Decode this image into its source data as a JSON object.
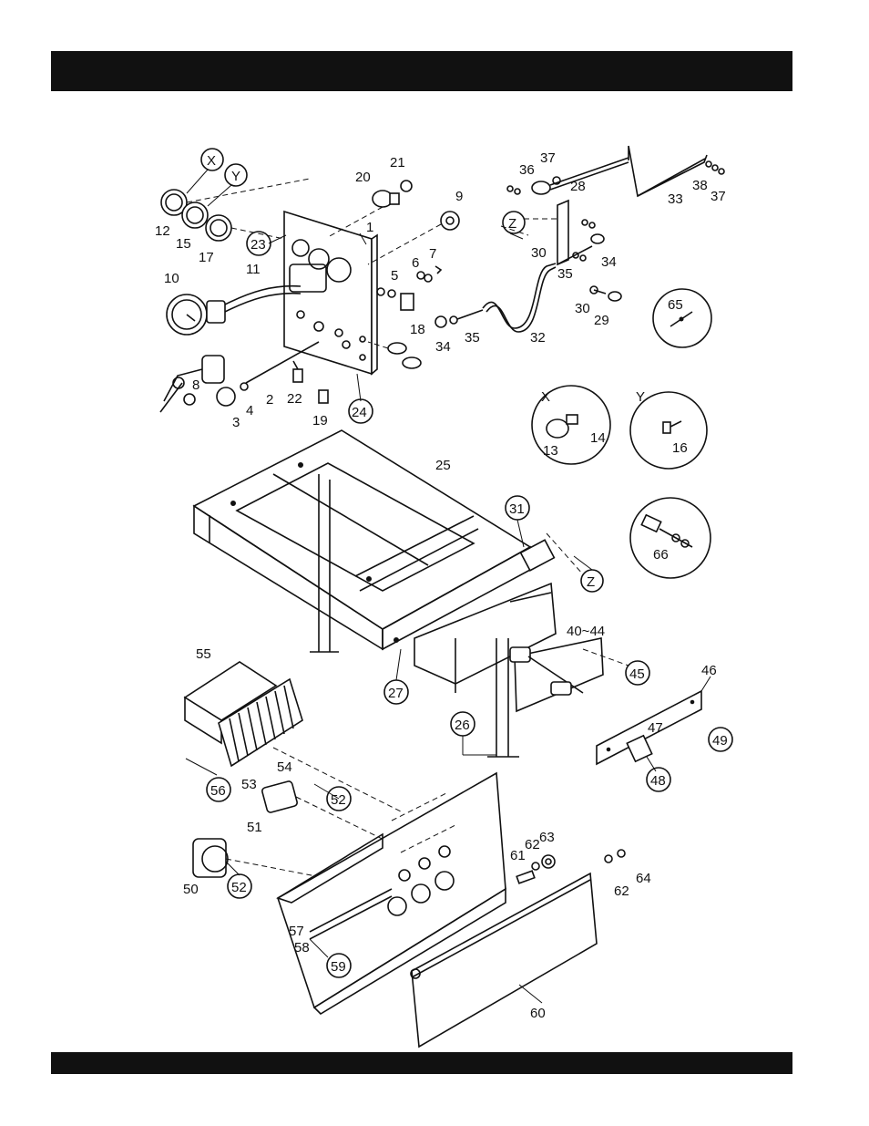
{
  "header": {
    "text": ""
  },
  "footer": {
    "text": ""
  },
  "callouts": {
    "X": "X",
    "Y": "Y",
    "Z": "Z",
    "p1": "1",
    "p2": "2",
    "p3": "3",
    "p4": "4",
    "p5": "5",
    "p6": "6",
    "p7": "7",
    "p8": "8",
    "p9": "9",
    "p10": "10",
    "p11": "11",
    "p12": "12",
    "p13": "13",
    "p14": "14",
    "p15": "15",
    "p16": "16",
    "p17": "17",
    "p18": "18",
    "p19": "19",
    "p20": "20",
    "p21": "21",
    "p22": "22",
    "p23": "23",
    "p24": "24",
    "p25": "25",
    "p26": "26",
    "p27": "27",
    "p28": "28",
    "p29": "29",
    "p30": "30",
    "p31": "31",
    "p32": "32",
    "p33": "33",
    "p34": "34",
    "p35": "35",
    "p36": "36",
    "p37": "37",
    "p38": "38",
    "p40_44": "40~44",
    "p45": "45",
    "p46": "46",
    "p47": "47",
    "p48": "48",
    "p49": "49",
    "p50": "50",
    "p51": "51",
    "p52": "52",
    "p53": "53",
    "p54": "54",
    "p55": "55",
    "p56": "56",
    "p57": "57",
    "p58": "58",
    "p59": "59",
    "p60": "60",
    "p61": "61",
    "p62": "62",
    "p63": "63",
    "p64": "64",
    "p65": "65",
    "p66": "66"
  }
}
